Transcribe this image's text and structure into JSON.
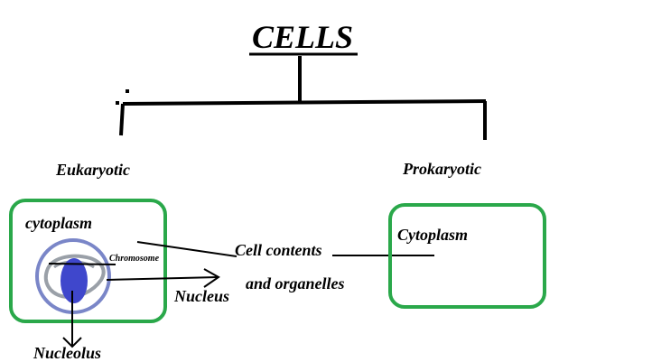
{
  "title": "CELLS",
  "branches": {
    "left": "Eukaryotic",
    "right": "Prokaryotic"
  },
  "eukaryote": {
    "cytoplasm": "cytoplasm",
    "chromosome": "Chromosome",
    "nucleus": "Nucleus",
    "nucleolus": "Nucleolus"
  },
  "prokaryote": {
    "cytoplasm": "Cytoplasm"
  },
  "shared": {
    "line1": "Cell contents",
    "line2": "and organelles"
  },
  "colors": {
    "cell_border": "#2aa84a",
    "nucleus_fill": "#3f47cc",
    "nuclear_envelope": "#7a86c8",
    "chromatin": "#9aa0a8",
    "ink": "#000000"
  }
}
